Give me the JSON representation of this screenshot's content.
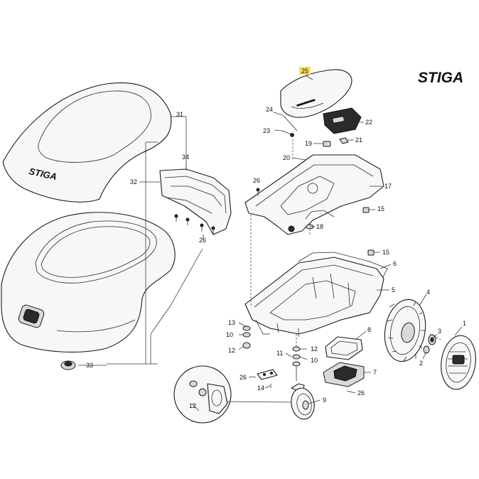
{
  "brand": {
    "logo_text": "STIGA",
    "cover_logo_text": "STIGA"
  },
  "highlight_color": "#f5e05a",
  "callouts": {
    "c1": "1",
    "c2": "2",
    "c3": "3",
    "c4": "4",
    "c5": "5",
    "c6": "6",
    "c7": "7",
    "c8": "8",
    "c9": "9",
    "c10a": "10",
    "c10b": "10",
    "c11": "11",
    "c12a": "12",
    "c12b": "12",
    "c12c": "12",
    "c13": "13",
    "c14": "14",
    "c15a": "15",
    "c15b": "15",
    "c17": "17",
    "c18": "18",
    "c19": "19",
    "c20": "20",
    "c21": "21",
    "c22": "22",
    "c23": "23",
    "c24": "24",
    "c25": "25",
    "c26a": "26",
    "c26b": "26",
    "c26c": "26",
    "c26d": "26",
    "c31": "31",
    "c32": "32",
    "c33": "33",
    "c34": "34"
  }
}
